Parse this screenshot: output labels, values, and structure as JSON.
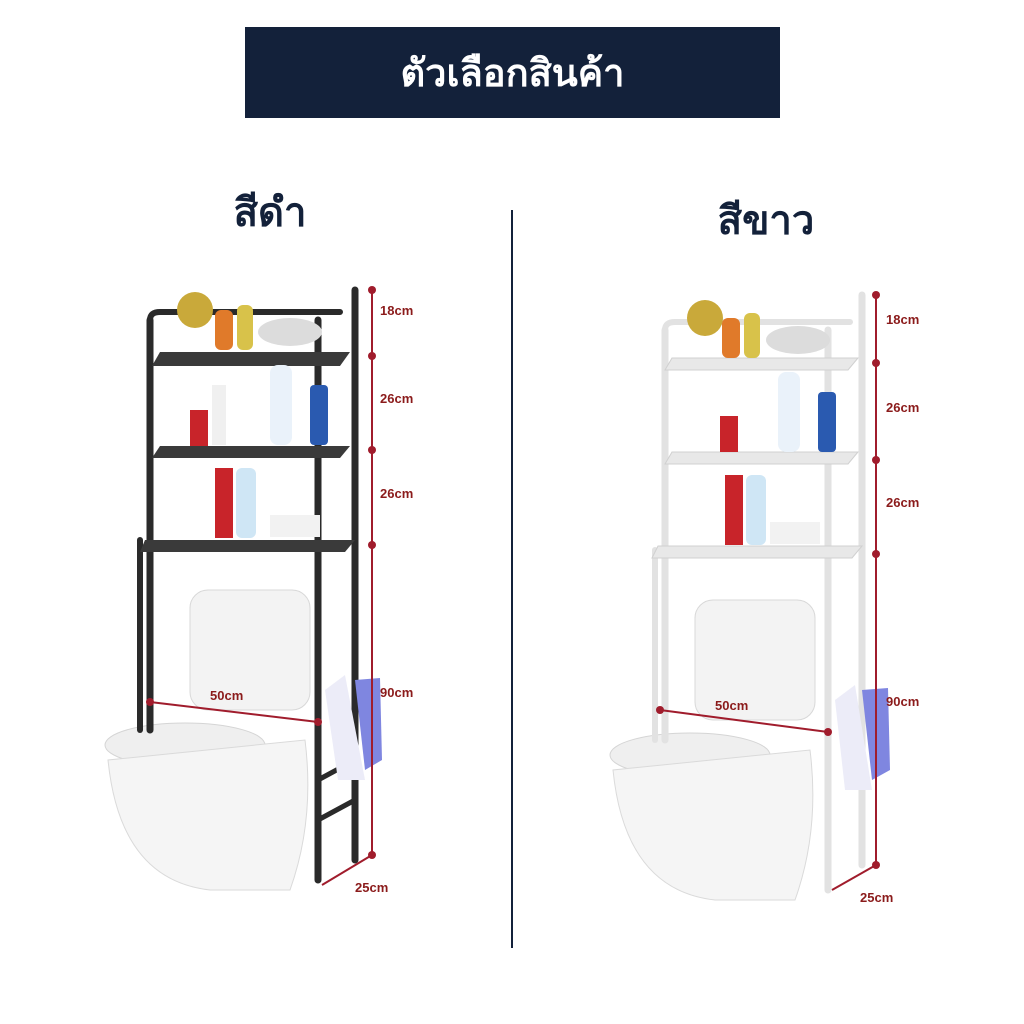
{
  "banner": {
    "title": "ตัวเลือกสินค้า"
  },
  "options": [
    {
      "label": "สีดำ",
      "frame_color": "#2a2a2a",
      "shelf_color": "#3a3a3a"
    },
    {
      "label": "สีขาว",
      "frame_color": "#f4f4f4",
      "shelf_color": "#ededed"
    }
  ],
  "dimensions": {
    "top": "18cm",
    "middle": "26cm",
    "lower": "26cm",
    "base": "90cm",
    "width": "50cm",
    "depth": "25cm"
  },
  "colors": {
    "banner_bg": "#13213a",
    "dimension_accent": "#a01c2c",
    "title_text": "#13213a"
  }
}
